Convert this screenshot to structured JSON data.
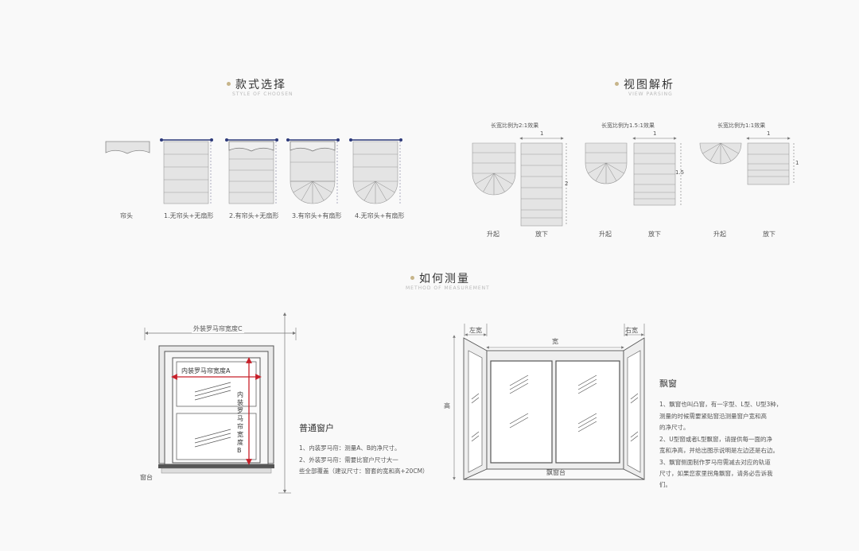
{
  "sections": {
    "style": {
      "title": "款式选择",
      "subtitle": "STYLE OF CHOOSEN"
    },
    "view": {
      "title": "视图解析",
      "subtitle": "VIEW PARSING"
    },
    "measure": {
      "title": "如何测量",
      "subtitle": "METHOD OF MEASUREMENT"
    }
  },
  "styles": [
    {
      "label": "帘头"
    },
    {
      "label": "1.无帘头+无扇形"
    },
    {
      "label": "2.有帘头+无扇形"
    },
    {
      "label": "3.有帘头+有扇形"
    },
    {
      "label": "4.无帘头+有扇形"
    }
  ],
  "views": [
    {
      "title": "长宽比例为2:1效果",
      "raised": "升起",
      "lowered": "放下",
      "width_label": "1",
      "height_label": "2"
    },
    {
      "title": "长宽比例为1.5:1效果",
      "raised": "升起",
      "lowered": "放下",
      "width_label": "1",
      "height_label": "1.5"
    },
    {
      "title": "长宽比例为1:1效果",
      "raised": "升起",
      "lowered": "放下",
      "width_label": "1",
      "height_label": "1"
    }
  ],
  "normal_window": {
    "outer_width": "外装罗马帘宽度C",
    "inner_width": "内装罗马帘宽度A",
    "inner_height": "内装罗马帘宽度B",
    "sill": "窗台",
    "heading": "普通窗户",
    "lines": [
      "1、内装罗马帘：测量A、B的净尺寸。",
      "2、外装罗马帘：需要比窗户尺寸大一",
      "些全部覆盖（建议尺寸：窗套的宽和高+20CM）"
    ]
  },
  "bay_window": {
    "left_width": "左宽",
    "right_width": "右宽",
    "width": "宽",
    "height": "高",
    "sill": "飘窗台",
    "heading": "飘窗",
    "lines": [
      "1、飘窗也叫凸窗，有一字型、L型、U型3种，",
      "测量的时候需要紧贴窗沿测量窗户宽和高",
      "的净尺寸。",
      "2、U型窗或者L型飘窗，请提供每一面的净",
      "宽和净高，并给出图示说明是左边还是右边。",
      "3、飘窗侧面制作罗马帘需减去对应的轨道",
      "尺寸，如果您家里拐角飘窗，请务必告诉我",
      "们。"
    ]
  },
  "colors": {
    "accent": "#c7b58a",
    "measure": "#c8202a",
    "rod": "#2d3a7a",
    "fabric": "#e4e4e4",
    "line": "#888888"
  }
}
